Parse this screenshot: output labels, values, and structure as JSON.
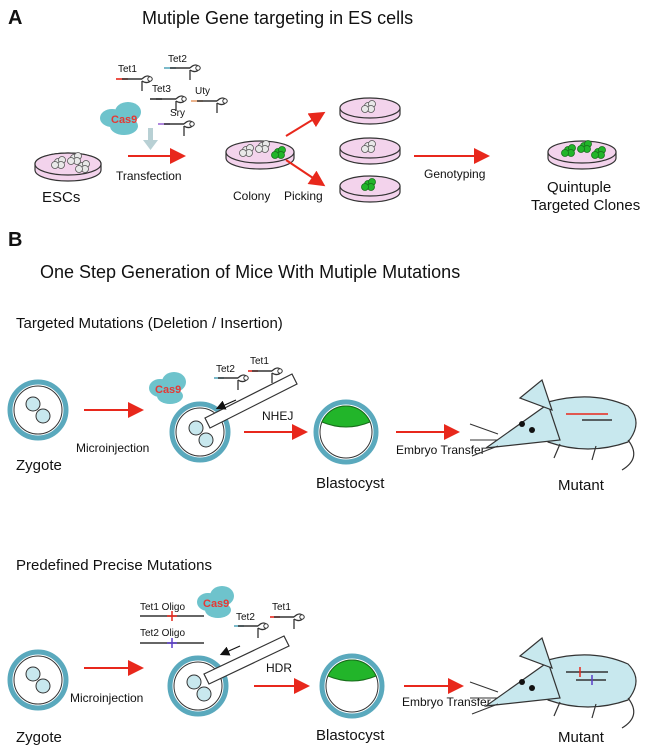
{
  "panel_a": {
    "letter": "A",
    "title": "Mutiple Gene targeting in ES cells",
    "gene_labels": {
      "tet1": "Tet1",
      "tet2": "Tet2",
      "tet3": "Tet3",
      "uty": "Uty",
      "sry": "Sry"
    },
    "cas9": "Cas9",
    "escs": "ESCs",
    "transfection": "Transfection",
    "colony": "Colony",
    "picking": "Picking",
    "genotyping": "Genotyping",
    "result_line1": "Quintuple",
    "result_line2": "Targeted Clones"
  },
  "panel_b": {
    "letter": "B",
    "title": "One Step Generation of Mice With Mutiple Mutations",
    "row1": {
      "heading": "Targeted Mutations (Deletion / Insertion)",
      "zygote": "Zygote",
      "microinjection": "Microinjection",
      "cas9": "Cas9",
      "tet2": "Tet2",
      "tet1": "Tet1",
      "repair": "NHEJ",
      "blastocyst": "Blastocyst",
      "embryo_transfer": "Embryo Transfer",
      "mutant": "Mutant"
    },
    "row2": {
      "heading": "Predefined Precise Mutations",
      "tet1_oligo": "Tet1 Oligo",
      "tet2_oligo": "Tet2 Oligo",
      "cas9": "Cas9",
      "tet2": "Tet2",
      "tet1": "Tet1",
      "zygote": "Zygote",
      "microinjection": "Microinjection",
      "repair": "HDR",
      "blastocyst": "Blastocyst",
      "embryo_transfer": "Embryo Transfer",
      "mutant": "Mutant"
    }
  },
  "colors": {
    "arrow": "#e8281c",
    "dish_fill": "#f3d3ec",
    "cell_fill": "#c8e8ee",
    "cell_stroke": "#5aa9bd",
    "cas9": "#6ec3cc",
    "green": "#22b52a"
  }
}
